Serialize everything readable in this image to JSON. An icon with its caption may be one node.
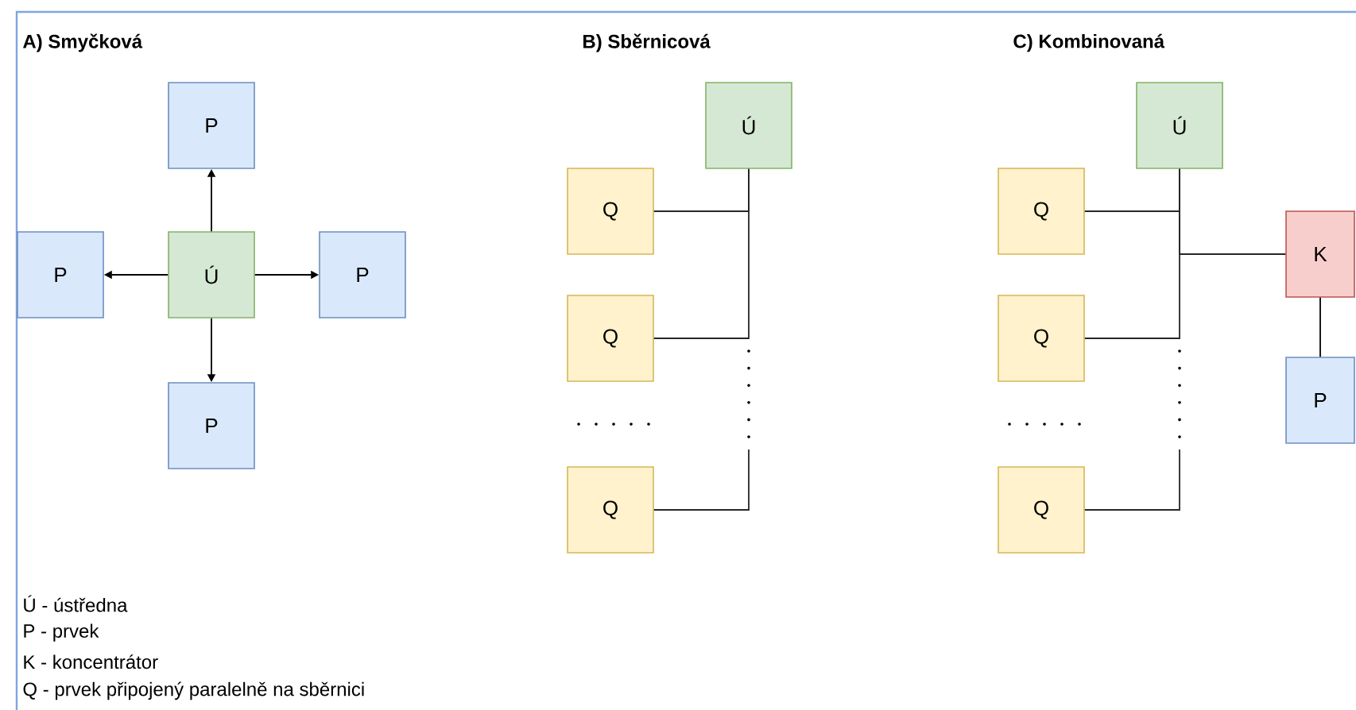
{
  "diagram": {
    "nodes": [
      {
        "text": [
          "P"
        ]
      },
      {
        "text": [
          "Ú"
        ]
      },
      {
        "text": [
          "P"
        ]
      },
      {
        "text": [
          "P"
        ]
      },
      {
        "text": [
          "P"
        ]
      },
      {
        "text": [
          "Ú"
        ]
      },
      {
        "text": [
          "Q"
        ]
      },
      {
        "text": [
          "Q"
        ]
      },
      {
        "text": [
          "Q"
        ]
      },
      {
        "text": [
          "Ú"
        ]
      },
      {
        "text": [
          "Q"
        ]
      },
      {
        "text": [
          "K"
        ]
      },
      {
        "text": [
          "Q"
        ]
      },
      {
        "text": [
          "P"
        ]
      },
      {
        "text": [
          "Q"
        ]
      }
    ],
    "edges": [
      {
        "from": 1,
        "to": 0,
        "arrow": "to"
      },
      {
        "from": 1,
        "to": 2,
        "arrow": "to"
      },
      {
        "from": 1,
        "to": 3,
        "arrow": "to"
      },
      {
        "from": 1,
        "to": 4,
        "arrow": "to"
      },
      {
        "from": 5,
        "to": 6,
        "arrow": "none"
      },
      {
        "from": 5,
        "to": 7,
        "arrow": "none"
      },
      {
        "from": null,
        "to": 8,
        "arrow": "none"
      },
      {
        "from": 9,
        "to": 10,
        "arrow": "none"
      },
      {
        "from": 9,
        "to": 12,
        "arrow": "none"
      },
      {
        "from": null,
        "to": 14,
        "arrow": "none"
      },
      {
        "from": 9,
        "to": 11,
        "arrow": "none"
      },
      {
        "from": 11,
        "to": 13,
        "arrow": "none"
      }
    ],
    "labels": [
      "A) Smyčková",
      "B) Sběrnicová",
      "C) Kombinovaná",
      "Ú - ústředna",
      "P - prvek",
      "K - koncentrátor",
      "Q - prvek připojený paralelně na sběrnici"
    ]
  }
}
